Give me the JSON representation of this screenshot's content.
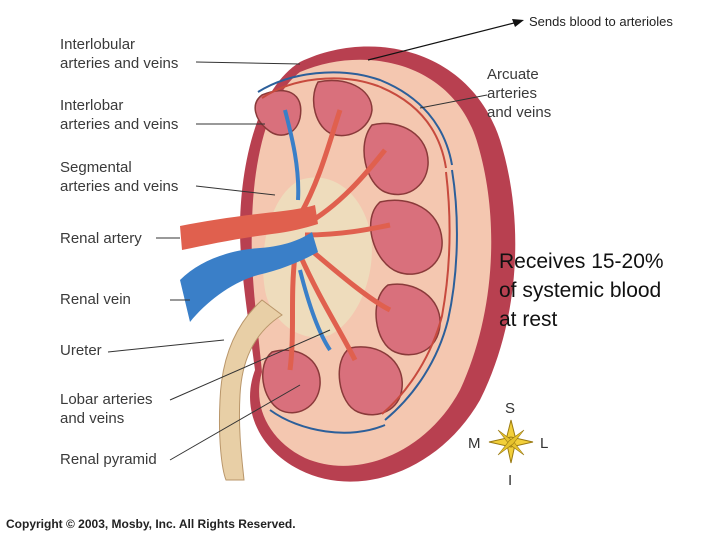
{
  "labels": {
    "interlobular": "Interlobular\narteries and veins",
    "interlobar": "Interlobar\narteries and veins",
    "segmental": "Segmental\narteries and veins",
    "renal_artery": "Renal artery",
    "renal_vein": "Renal vein",
    "ureter": "Ureter",
    "lobar": "Lobar arteries\nand veins",
    "renal_pyramid": "Renal pyramid",
    "arcuate": "Arcuate\narteries\nand veins"
  },
  "annotations": {
    "arrow_note": "Sends blood to arterioles",
    "blood_note": "Receives 15-20%\nof systemic blood\nat rest"
  },
  "compass": {
    "superior": "S",
    "inferior": "I",
    "medial": "M",
    "lateral": "L"
  },
  "copyright": "Copyright © 2003, Mosby, Inc. All Rights Reserved.",
  "colors": {
    "capsule": "#b84050",
    "cortex": "#f4c7b0",
    "pyramid": "#d9707c",
    "artery": "#e0604e",
    "vein": "#3a7fc8",
    "ureter": "#e8cfa6",
    "compass_star": "#f2cf3a"
  }
}
